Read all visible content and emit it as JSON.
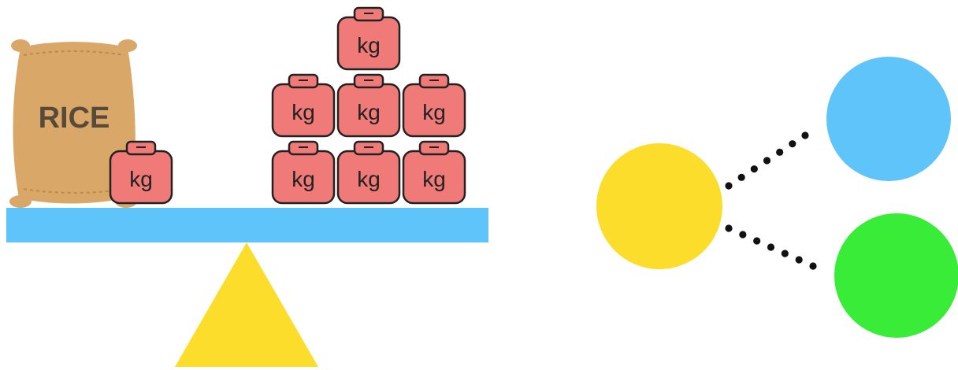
{
  "balance": {
    "left_pan": {
      "bag_label": "RICE",
      "weight_count": 1
    },
    "right_pan": {
      "weight_count": 7
    },
    "weight_label": "kg",
    "colors": {
      "beam": "#5ec4fa",
      "fulcrum": "#fddd2b",
      "bag": "#d9a767",
      "bag_text": "#574a3a",
      "weight": "#f07a78",
      "outline": "#222222"
    }
  },
  "bond_model": {
    "colors": {
      "whole": "#fddd2b",
      "part_top": "#5ec4fa",
      "part_bottom": "#38ec38",
      "link_dots": "#111111"
    }
  }
}
